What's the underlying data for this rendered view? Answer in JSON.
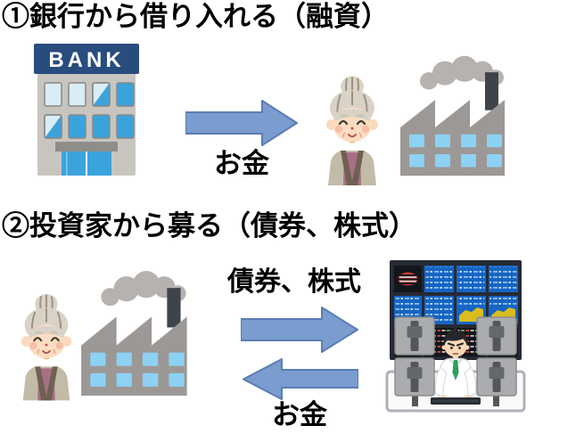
{
  "document": {
    "background": "#FFFFFF"
  },
  "section1": {
    "title": "①銀行から借り入れる（融資）",
    "bank_sign_text": "BANK",
    "money_arrow_label": "お金"
  },
  "section2": {
    "title": "②投資家から募る（債券、株式）",
    "securities_arrow_label": "債券、株式",
    "money_arrow_label": "お金"
  },
  "colors": {
    "title_text": "#000000",
    "arrow_fill": "#7A9CCE",
    "arrow_border": "#5A7DB4",
    "bank_sign_bg": "#284C7E",
    "bank_window_blue": "#3BA3DC",
    "factory_body": "#9C9896",
    "factory_window_blue": "#8DD1F3",
    "board_panel_blue": "#1565C4",
    "chart_yellow": "#D9BC20",
    "tie_green": "#2E9D5D"
  },
  "icons": {
    "bank": "bank-building-illustration",
    "factory": "factory-with-smoke-illustration",
    "elderly_woman": "elderly-woman-illustration",
    "trader": "stock-trader-with-monitors-illustration",
    "arrow_right": "block-arrow-right-icon",
    "arrow_left": "block-arrow-left-icon"
  }
}
